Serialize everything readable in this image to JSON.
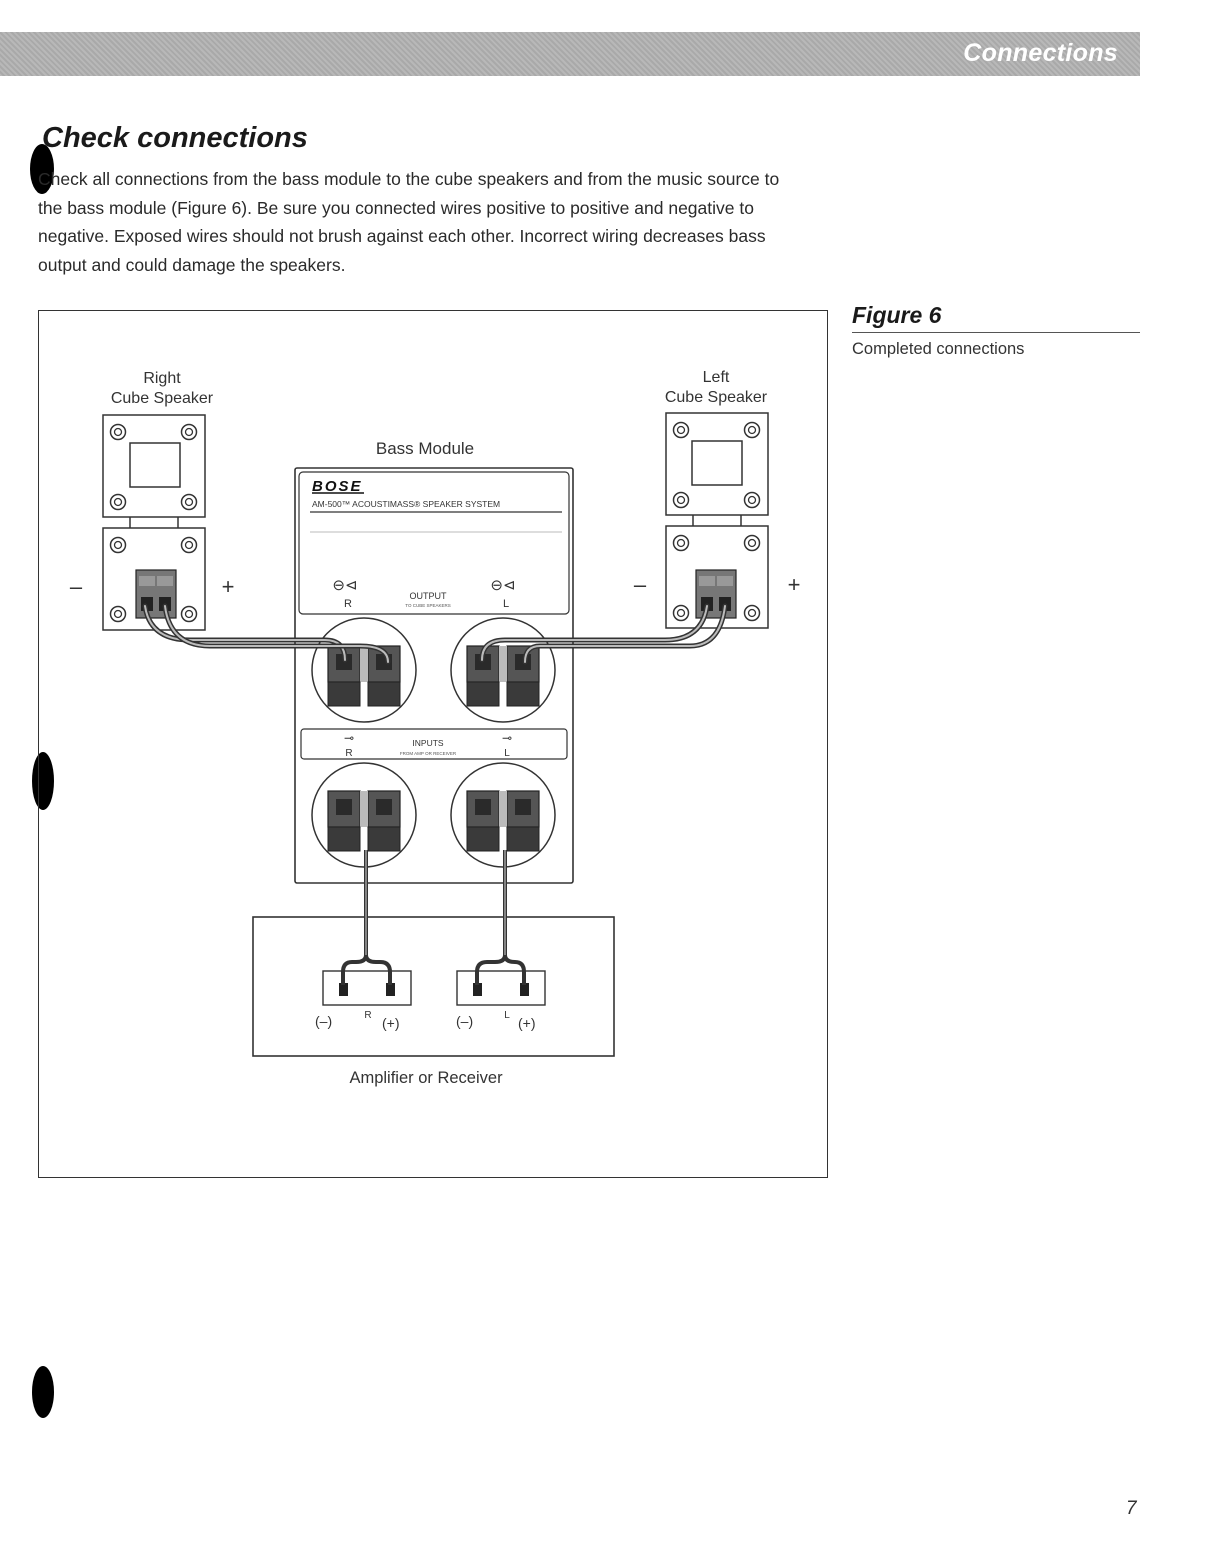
{
  "header": {
    "section_title": "Connections"
  },
  "section": {
    "title": "Check connections",
    "body": "Check all connections from the bass module to the cube speakers and from the music source to the bass module (Figure 6). Be sure you connected wires positive to positive and negative to negative. Exposed wires should not brush against each other. Incorrect wiring decreases bass output and could damage the speakers."
  },
  "figure": {
    "label": "Figure 6",
    "caption": "Completed connections",
    "right_speaker_line1": "Right",
    "right_speaker_line2": "Cube Speaker",
    "left_speaker_line1": "Left",
    "left_speaker_line2": "Cube Speaker",
    "bass_module_label": "Bass Module",
    "brand": "BOSE",
    "model": "AM-500™ ACOUSTIMASS® SPEAKER SYSTEM",
    "output_label": "OUTPUT",
    "output_sublabel": "TO CUBE SPEAKERS",
    "inputs_label": "INPUTS",
    "inputs_sublabel": "FROM AMP OR RECEIVER",
    "channel_r": "R",
    "channel_l": "L",
    "minus": "–",
    "plus": "+",
    "neg_paren": "(–)",
    "pos_paren": "(+)",
    "amplifier_label": "Amplifier or Receiver"
  },
  "page_number": "7"
}
